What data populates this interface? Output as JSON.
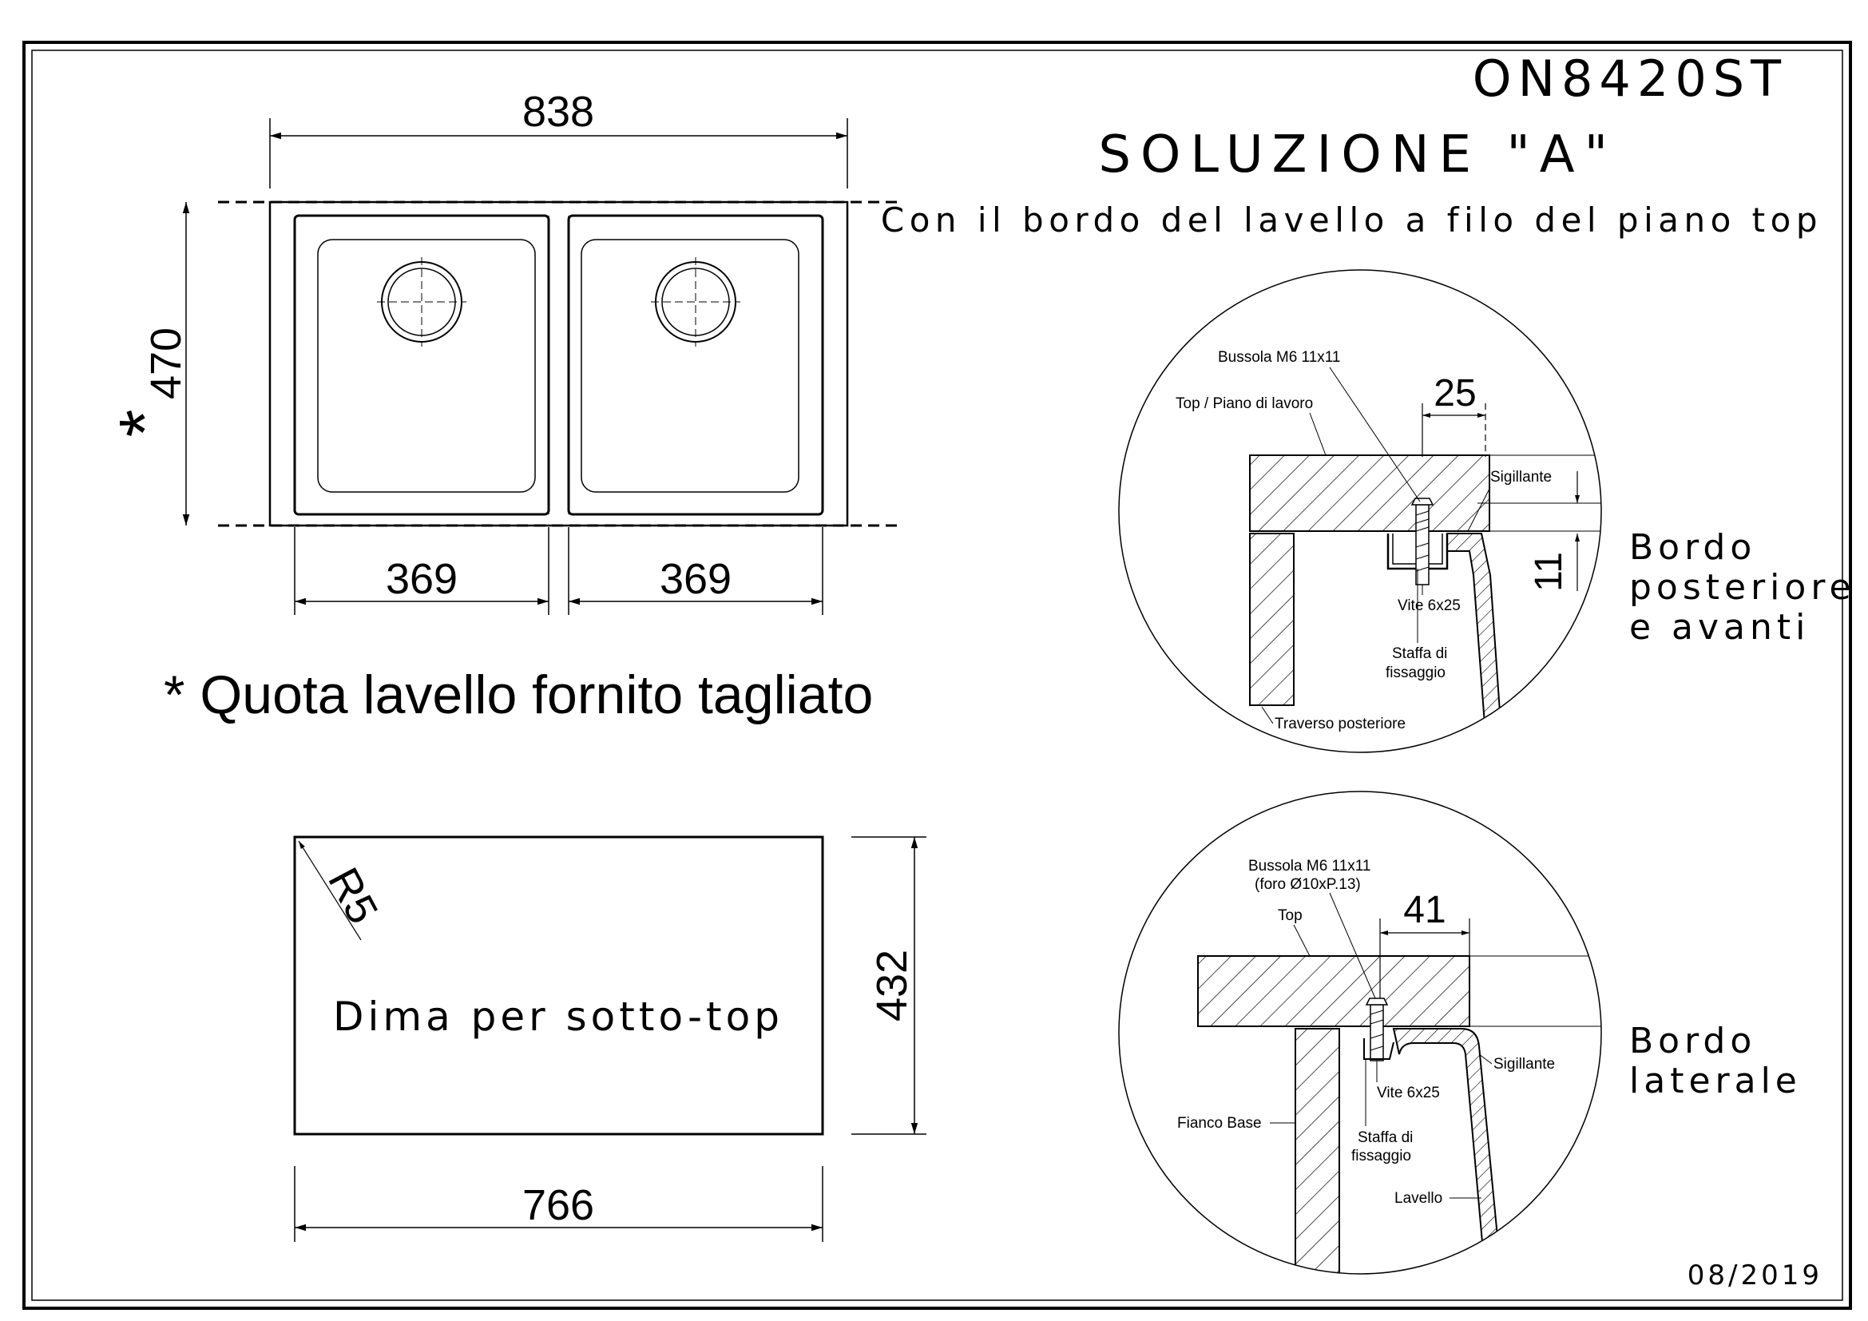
{
  "header": {
    "model": "ON8420ST",
    "solution": "SOLUZIONE \"A\"",
    "subtitle": "Con il bordo del lavello a filo del piano top"
  },
  "sink_plan": {
    "width": "838",
    "depth": "470",
    "depth_marker": "*",
    "bowl_left": "369",
    "bowl_right": "369"
  },
  "note": "* Quota lavello fornito tagliato",
  "template": {
    "radius": "R5",
    "label": "Dima per sotto-top",
    "width": "766",
    "height": "432"
  },
  "detail_rear": {
    "title_line1": "Bordo",
    "title_line2": "posteriore",
    "title_line3": "e avanti",
    "dim_25": "25",
    "dim_11": "11",
    "bussola": "Bussola M6 11x11",
    "top": "Top / Piano di lavoro",
    "sigillante": "Sigillante",
    "vite": "Vite 6x25",
    "staffa_1": "Staffa di",
    "staffa_2": "fissaggio",
    "traverso": "Traverso posteriore"
  },
  "detail_side": {
    "title_line1": "Bordo",
    "title_line2": "laterale",
    "dim_41": "41",
    "bussola_1": "Bussola M6 11x11",
    "bussola_2": "(foro Ø10xP.13)",
    "top": "Top",
    "sigillante": "Sigillante",
    "vite": "Vite 6x25",
    "fianco": "Fianco Base",
    "staffa_1": "Staffa di",
    "staffa_2": "fissaggio",
    "lavello": "Lavello"
  },
  "footer": {
    "date": "08/2019"
  }
}
